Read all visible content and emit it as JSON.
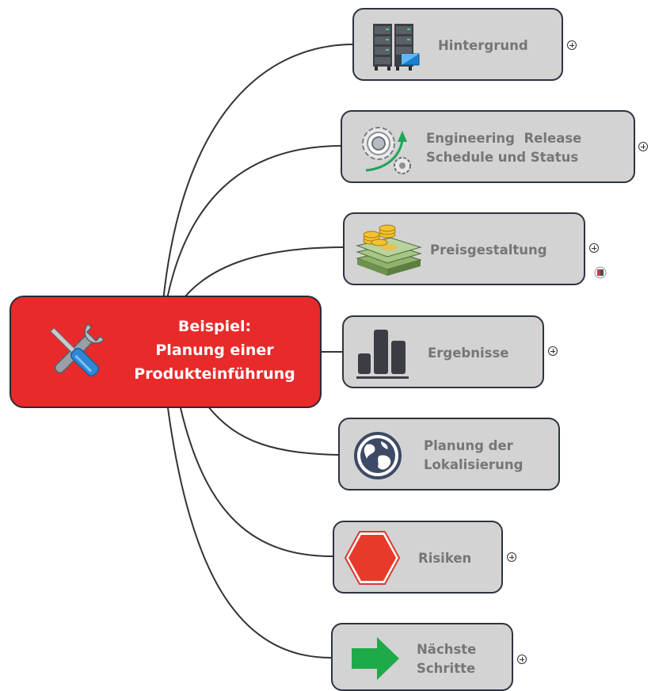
{
  "colors": {
    "central_fill": "#e82a2a",
    "topic_fill": "#d3d3d3",
    "topic_border": "#2e3340",
    "label_color": "#767676",
    "connector": "#333333"
  },
  "central": {
    "icon": "tools-icon",
    "lines": [
      "Beispiel:",
      "Planung einer",
      "Produkteinführung"
    ]
  },
  "topics": [
    {
      "id": "hintergrund",
      "icon": "server-rack-icon",
      "lines": [
        "Hintergrund"
      ],
      "expandable": true
    },
    {
      "id": "engineering",
      "icon": "gears-arrow-icon",
      "lines": [
        "Engineering  Release",
        "Schedule und Status"
      ],
      "expandable": true
    },
    {
      "id": "preis",
      "icon": "money-stack-icon",
      "lines": [
        "Preisgestaltung"
      ],
      "expandable": true,
      "badge": "note-badge-icon"
    },
    {
      "id": "ergebnisse",
      "icon": "bar-chart-icon",
      "lines": [
        "Ergebnisse"
      ],
      "expandable": true
    },
    {
      "id": "lokalisierung",
      "icon": "globe-icon",
      "lines": [
        "Planung der",
        "Lokalisierung"
      ],
      "expandable": false
    },
    {
      "id": "risiken",
      "icon": "stop-sign-icon",
      "lines": [
        "Risiken"
      ],
      "expandable": true
    },
    {
      "id": "schritte",
      "icon": "green-arrow-icon",
      "lines": [
        "Nächste",
        "Schritte"
      ],
      "expandable": true
    }
  ]
}
